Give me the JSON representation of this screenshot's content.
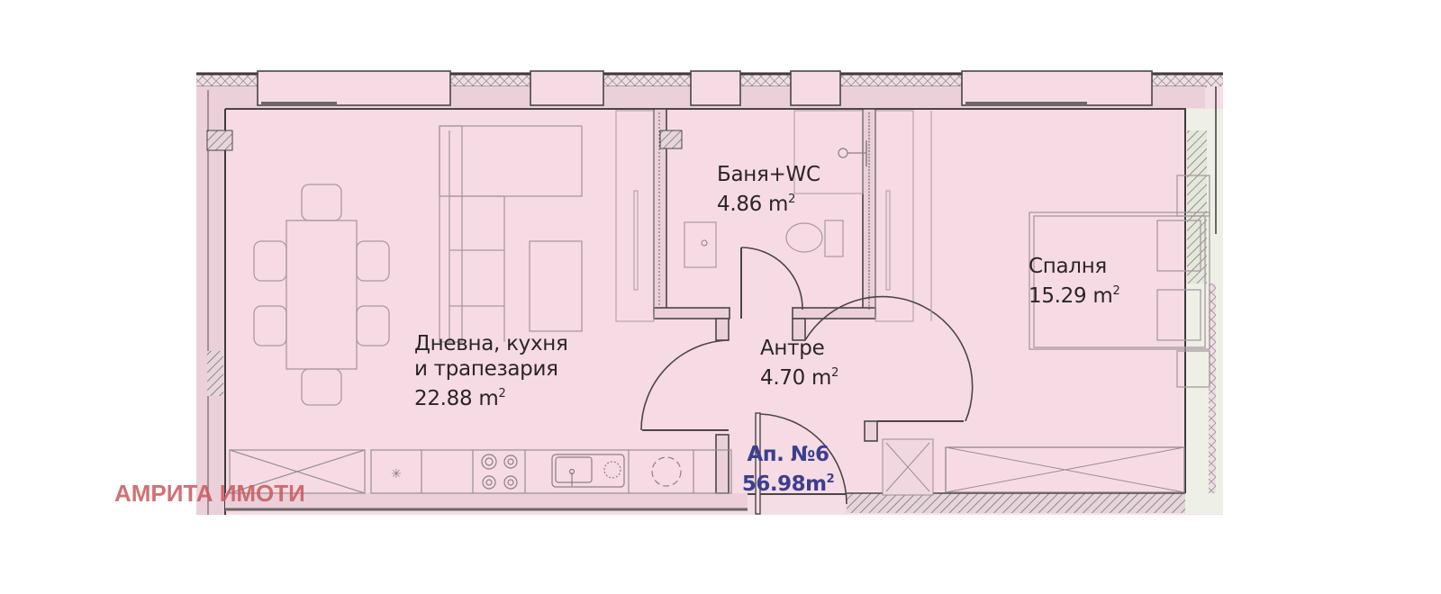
{
  "plan": {
    "apartment": {
      "label": "Ап. №6",
      "area": "56.98m",
      "area_unit_sup": "2",
      "color": "#3a3f8f"
    },
    "rooms": [
      {
        "id": "living",
        "name_line1": "Дневна, кухня",
        "name_line2": "и трапезария",
        "area": "22.88 m",
        "sup": "2"
      },
      {
        "id": "bathroom",
        "name_line1": "Баня+WC",
        "area": "4.86 m",
        "sup": "2"
      },
      {
        "id": "hall",
        "name_line1": "Антре",
        "area": "4.70 m",
        "sup": "2"
      },
      {
        "id": "bedroom",
        "name_line1": "Спалня",
        "area": "15.29 m",
        "sup": "2"
      }
    ],
    "watermark": "АМРИТА ИМОТИ",
    "colors": {
      "floor": "#f7dbe4",
      "wall_line": "#4a4548",
      "furniture_line": "#9a8e94",
      "watermark": "#c8595c",
      "background": "#ffffff"
    }
  }
}
